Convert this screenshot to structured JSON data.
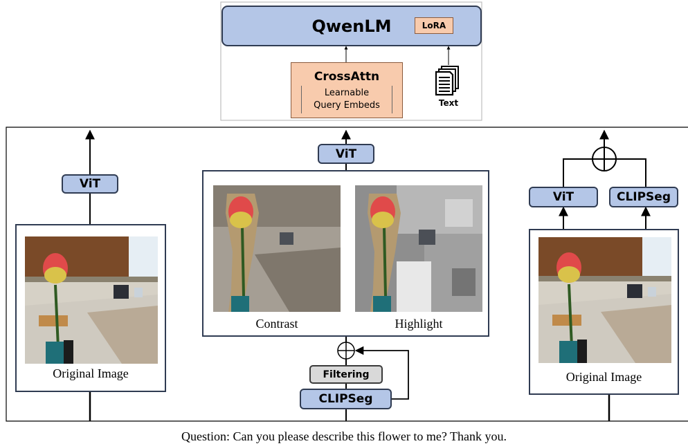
{
  "llm": {
    "title": "QwenLM",
    "adapter": "LoRA"
  },
  "cross_attn": {
    "title": "CrossAttn",
    "line1": "Learnable",
    "line2": "Query Embeds"
  },
  "text_input": {
    "label": "Text"
  },
  "left": {
    "encoder": "ViT",
    "caption": "Original Image"
  },
  "center": {
    "encoder": "ViT",
    "contrast_caption": "Contrast",
    "highlight_caption": "Highlight",
    "filter": "Filtering",
    "segmenter": "CLIPSeg"
  },
  "right": {
    "encoder_a": "ViT",
    "encoder_b": "CLIPSeg",
    "caption": "Original Image"
  },
  "question": "Question: Can you please describe this flower to me? Thank you.",
  "colors": {
    "module_fill": "#b4c6e7",
    "crossattn_fill": "#f8cbad",
    "lora_fill": "#f8cbad",
    "filter_fill": "#d9d9d9",
    "stroke": "#2f3b52"
  }
}
